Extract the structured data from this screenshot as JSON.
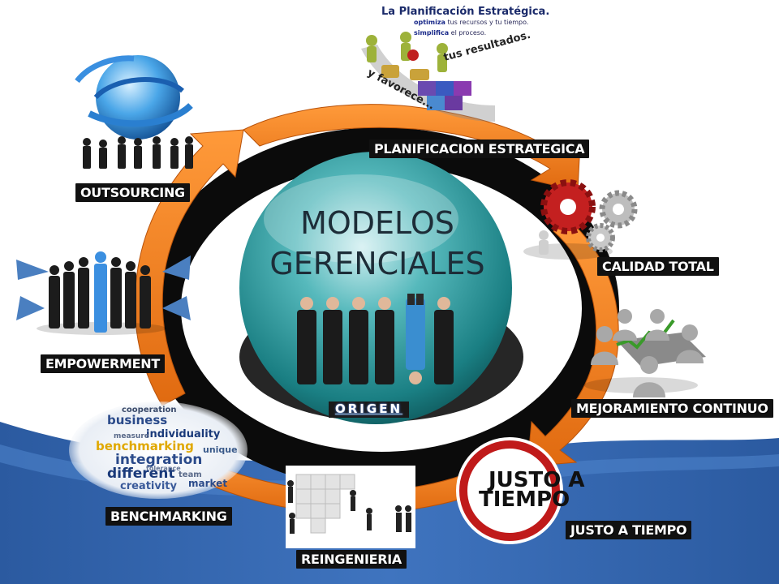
{
  "hub": {
    "title_line1": "MODELOS",
    "title_line2": "GERENCIALES",
    "origin_link": "ORIGEN"
  },
  "models": {
    "planificacion": "PLANIFICACION ESTRATEGICA",
    "calidad": "CALIDAD TOTAL",
    "mejoramiento": "MEJORAMIENTO CONTINUO",
    "justo": "JUSTO A TIEMPO",
    "reingenieria": "REINGENIERIA",
    "benchmarking": "BENCHMARKING",
    "empowerment": "EMPOWERMENT",
    "outsourcing": "OUTSOURCING"
  },
  "planificacion_image": {
    "heading": "La Planificación Estratégica.",
    "line2_bold": "optimiza",
    "line2_rest": " tus recursos y tu tiempo.",
    "line3_bold": "simplifica",
    "line3_rest": " el proceso.",
    "arc_right": "tus resultados.",
    "arc_left": "y favorece..."
  },
  "justo_logo": {
    "line1": "JUSTO A",
    "line2": "TIEMPO"
  },
  "benchmark_cloud": {
    "words": [
      "cooperation",
      "business",
      "individuality",
      "measure",
      "benchmarking",
      "integration",
      "different",
      "creativity",
      "team",
      "market",
      "unique",
      "tolerance"
    ]
  },
  "colors": {
    "orange": "#f07f1c",
    "orange_dark": "#c85a0a",
    "sphere": "#1e8c8e",
    "blue_band": "#2e5fa8",
    "label_bg": "#111111"
  }
}
